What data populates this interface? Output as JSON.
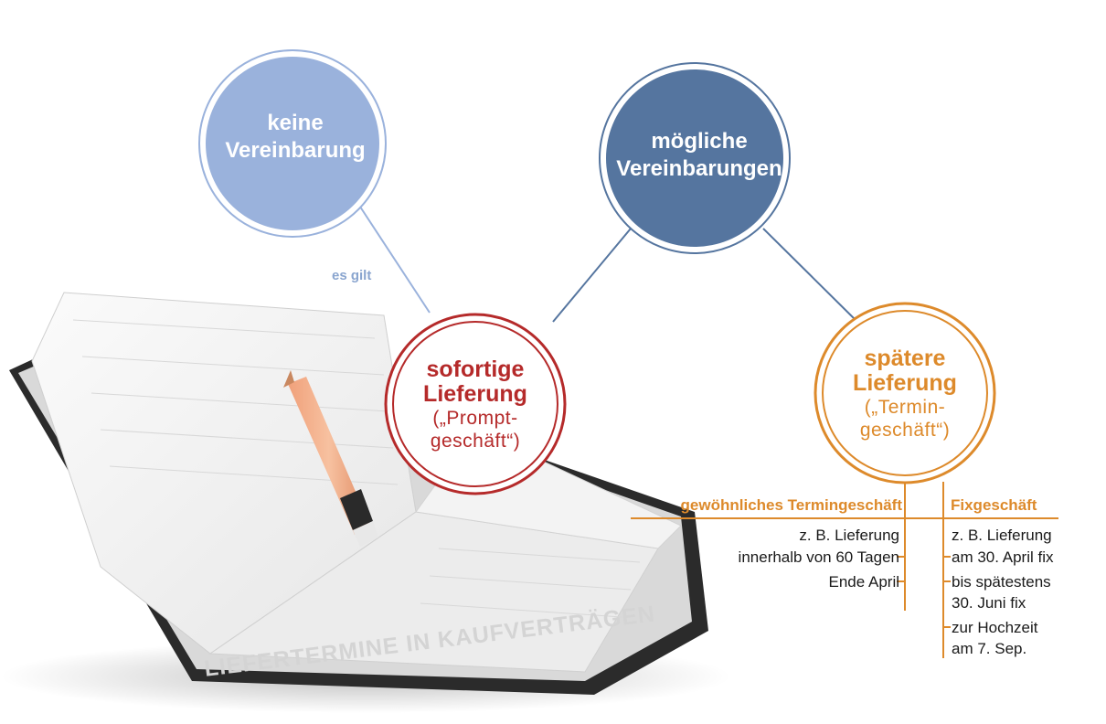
{
  "nodes": {
    "keine": {
      "line1": "keine",
      "line2": "Vereinbarung"
    },
    "moeglich": {
      "line1": "mögliche",
      "line2": "Vereinbarungen"
    },
    "sofort": {
      "line1": "sofortige",
      "line2": "Lieferung",
      "line3": "(„Prompt-",
      "line4": "geschäft“)"
    },
    "spaeter": {
      "line1": "spätere",
      "line2": "Lieferung",
      "line3": "(„Termin-",
      "line4": "geschäft“)"
    }
  },
  "edge_label": "es gilt",
  "columns": {
    "gewoehnlich": {
      "title": "gewöhnliches Termingeschäft",
      "entries": [
        "z. B. Lieferung",
        "innerhalb von 60 Tagen",
        "Ende April"
      ]
    },
    "fix": {
      "title": "Fixgeschäft",
      "entries": [
        "z. B. Lieferung",
        "am 30. April fix",
        "bis spätestens",
        "30. Juni fix",
        "zur Hochzeit",
        "am 7. Sep."
      ]
    }
  },
  "book_caption": "LIEFERTERMINE IN KAUFVERTRÄGEN",
  "colors": {
    "light_blue": "#9ab2dc",
    "dark_blue": "#55759f",
    "red": "#b52a2a",
    "orange": "#dd8a2b"
  }
}
